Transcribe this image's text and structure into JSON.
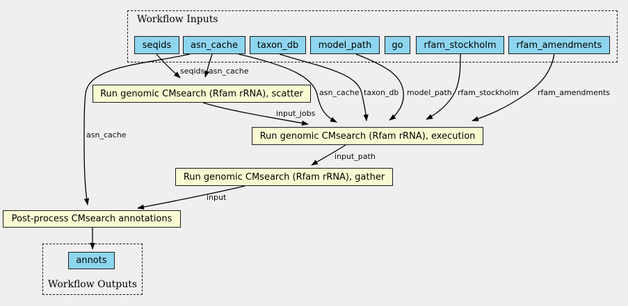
{
  "diagram_type": "workflow-graph",
  "colors": {
    "background": "#efefef",
    "input_output_node_fill": "#8ed5ef",
    "step_node_fill": "#fafad2",
    "node_border": "#1a1a1a",
    "edge_stroke": "#000000"
  },
  "clusters": {
    "inputs": {
      "label": "Workflow Inputs"
    },
    "outputs": {
      "label": "Workflow Outputs"
    }
  },
  "nodes": {
    "seqids": "seqids",
    "asn_cache": "asn_cache",
    "taxon_db": "taxon_db",
    "model_path": "model_path",
    "go": "go",
    "rfam_stockholm": "rfam_stockholm",
    "rfam_amendments": "rfam_amendments",
    "annots": "annots"
  },
  "steps": {
    "scatter": "Run genomic CMsearch (Rfam rRNA), scatter",
    "execution": "Run genomic CMsearch (Rfam rRNA), execution",
    "gather": "Run genomic CMsearch (Rfam rRNA), gather",
    "post_process": "Post-process CMsearch annotations"
  },
  "edges": {
    "seqids_to_scatter": "seqids",
    "asn_cache_to_scatter": "asn_cache",
    "asn_cache_to_execution": "asn_cache",
    "asn_cache_to_post_process": "asn_cache",
    "taxon_db_to_execution": "taxon_db",
    "model_path_to_execution": "model_path",
    "rfam_stockholm_to_execution": "rfam_stockholm",
    "rfam_amendments_to_execution": "rfam_amendments",
    "scatter_to_execution": "input_jobs",
    "execution_to_gather": "input_path",
    "gather_to_post_process": "input",
    "post_process_to_annots": ""
  }
}
